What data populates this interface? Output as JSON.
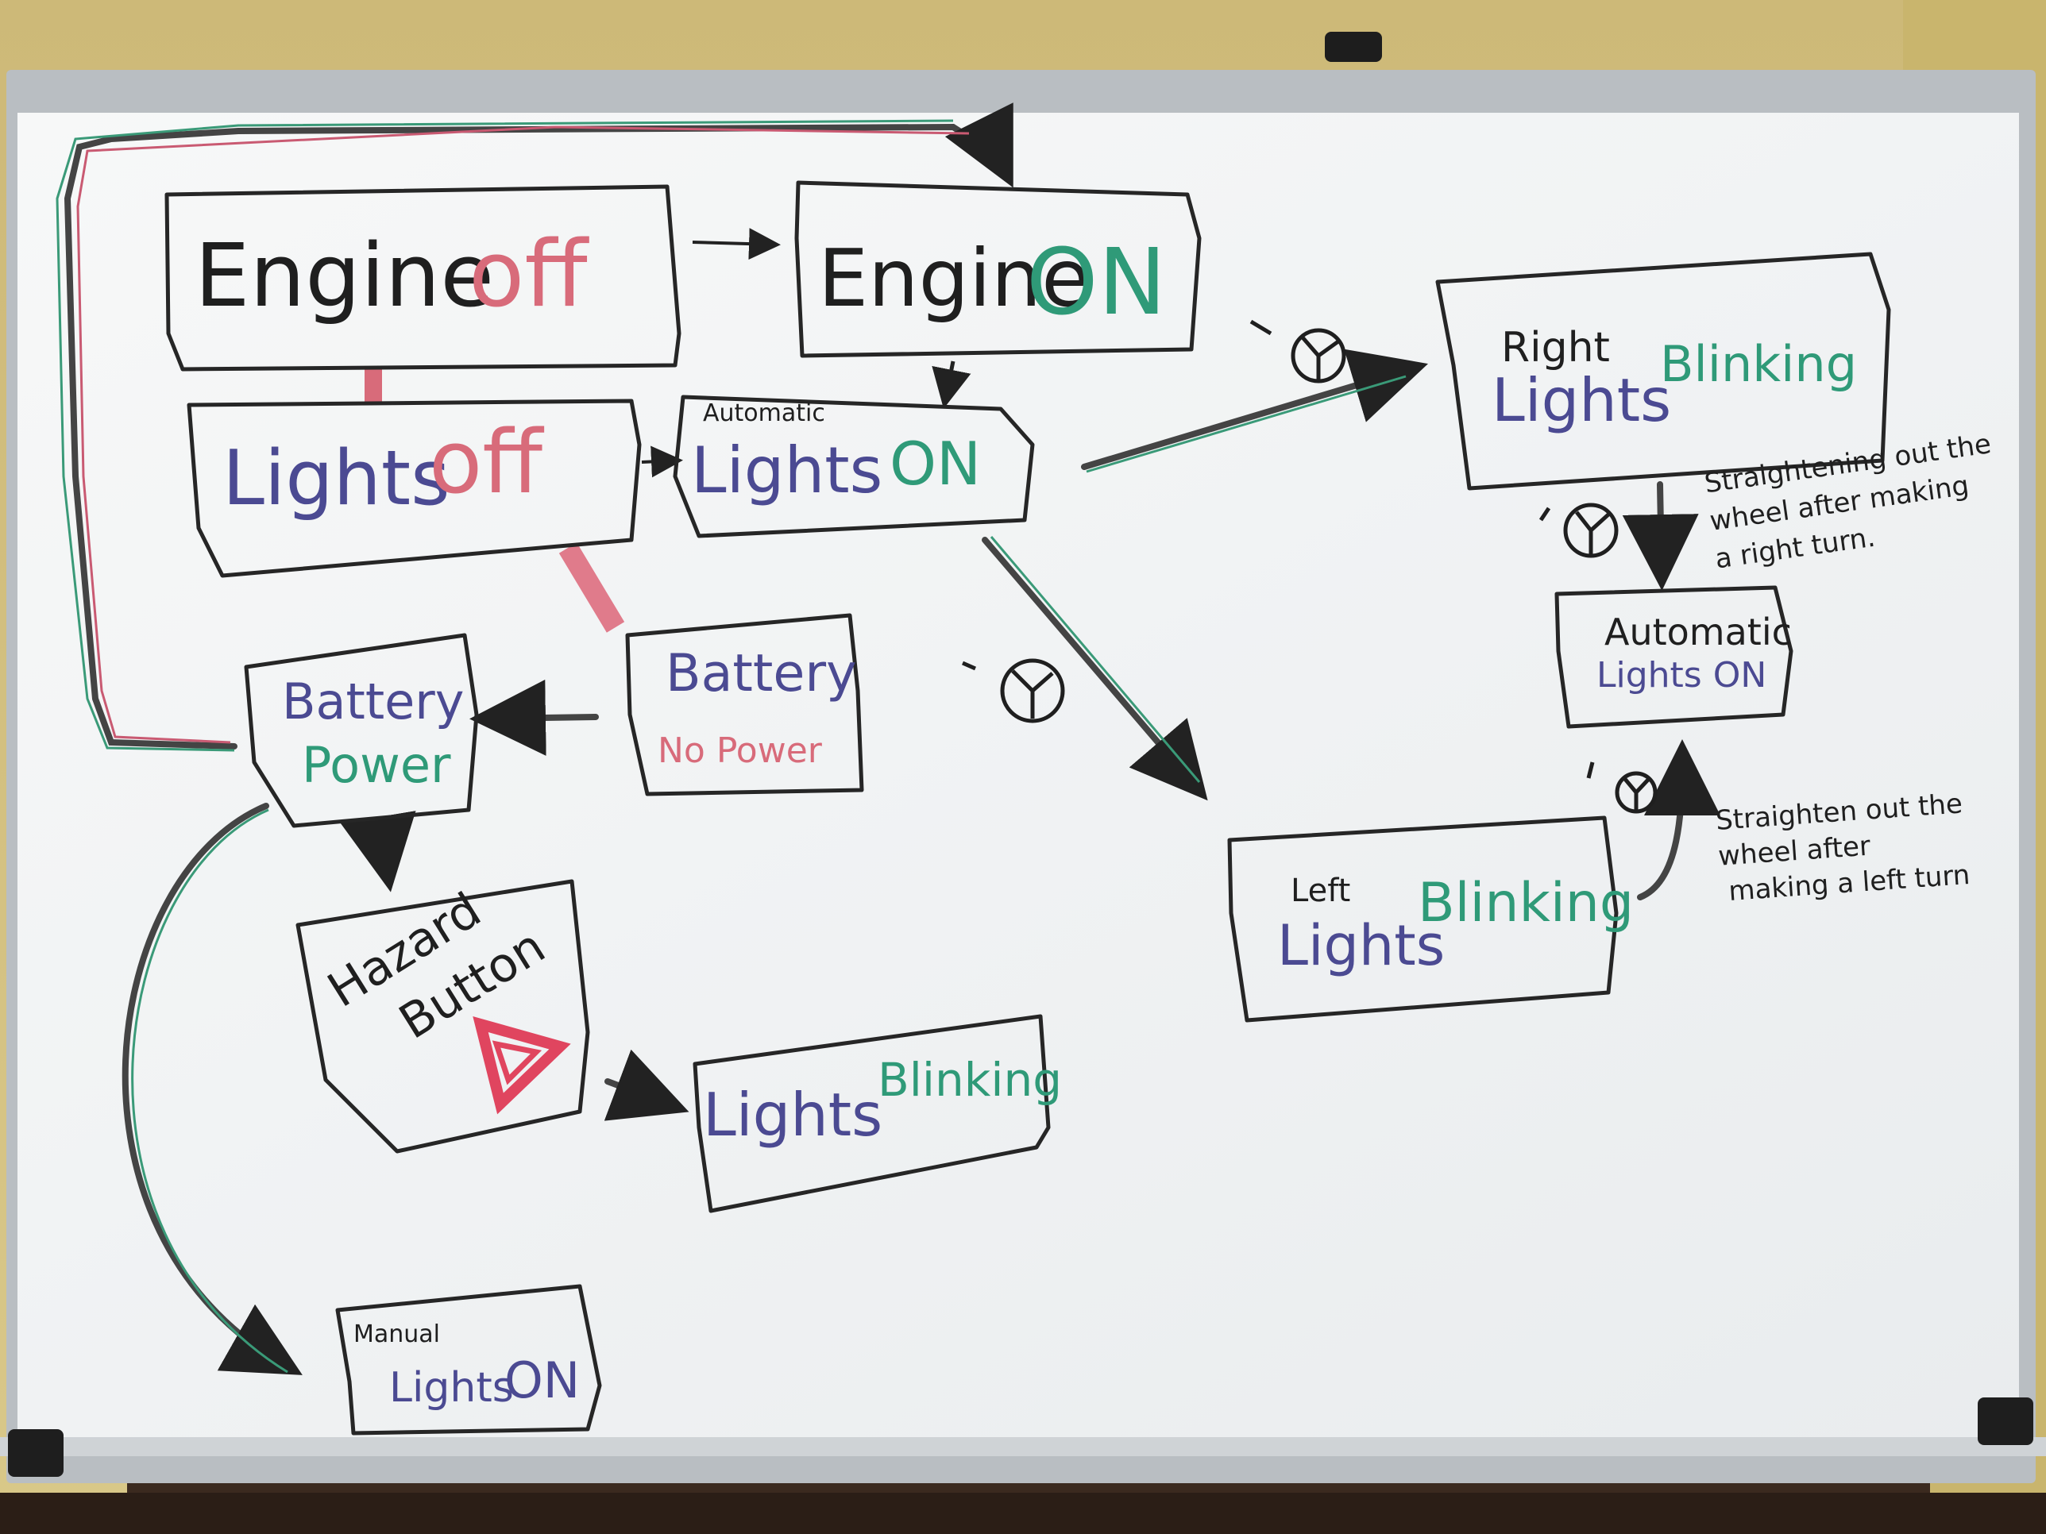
{
  "states": {
    "engine_off": {
      "line1": "Engine",
      "line2": "off"
    },
    "engine_on": {
      "line1": "Engine",
      "line2": "ON"
    },
    "lights_off": {
      "line1": "Lights",
      "line2": "off"
    },
    "automatic_lights_on": {
      "top": "Automatic",
      "line1": "Lights",
      "line2": "ON"
    },
    "battery_no_power": {
      "line1": "Battery",
      "line2": "No Power"
    },
    "battery_power": {
      "line1": "Battery",
      "line2": "Power"
    },
    "hazard_button": {
      "line1": "Hazard",
      "line2": "Button"
    },
    "hazard_lights_blinking": {
      "line1": "Lights",
      "line2": "Blinking"
    },
    "manual_lights_on": {
      "top": "Manual",
      "line1": "Lights",
      "line2": "ON"
    },
    "right_lights_blinking": {
      "top": "Right",
      "line1": "Lights",
      "line2": "Blinking"
    },
    "automatic_lights_on_2": {
      "line1": "Automatic",
      "line2": "Lights ON"
    },
    "left_lights_blinking": {
      "top": "Left",
      "line1": "Lights",
      "line2": "Blinking"
    }
  },
  "notes": {
    "right_turn": [
      "Straightening out the",
      "wheel after making",
      "a right turn."
    ],
    "left_turn": [
      "Straighten out the",
      "wheel after",
      "making a left turn"
    ]
  },
  "colors": {
    "off": "#d86b7a",
    "on": "#2f9a78",
    "lights": "#4b4a92",
    "ink": "#1f1f1f",
    "hazard": "#e0455f"
  },
  "icons": [
    "steering-wheel-icon",
    "hazard-triangle-icon"
  ]
}
